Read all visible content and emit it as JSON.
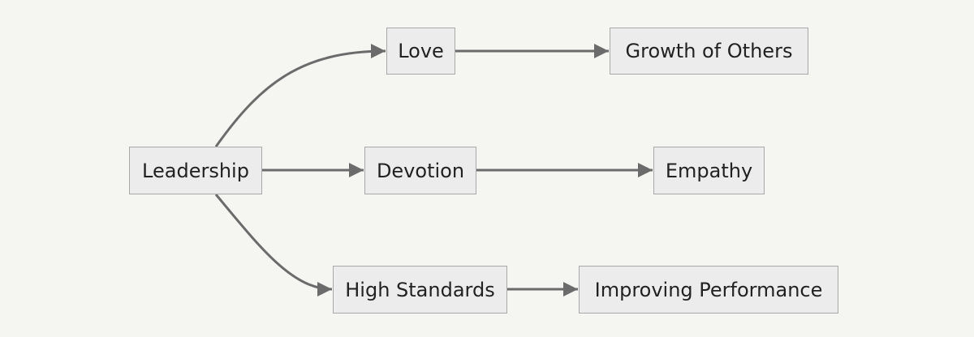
{
  "diagram": {
    "nodes": {
      "leadership": "Leadership",
      "love": "Love",
      "growth": "Growth of Others",
      "devotion": "Devotion",
      "empathy": "Empathy",
      "standards": "High Standards",
      "improving": "Improving Performance"
    },
    "edges": [
      {
        "from": "leadership",
        "to": "love"
      },
      {
        "from": "leadership",
        "to": "devotion"
      },
      {
        "from": "leadership",
        "to": "standards"
      },
      {
        "from": "love",
        "to": "growth"
      },
      {
        "from": "devotion",
        "to": "empathy"
      },
      {
        "from": "standards",
        "to": "improving"
      }
    ],
    "colors": {
      "background": "#f5f5f2",
      "node_fill": "#ececec",
      "node_border": "#a9a9a9",
      "edge": "#6b6b6b",
      "text": "#222222"
    }
  }
}
